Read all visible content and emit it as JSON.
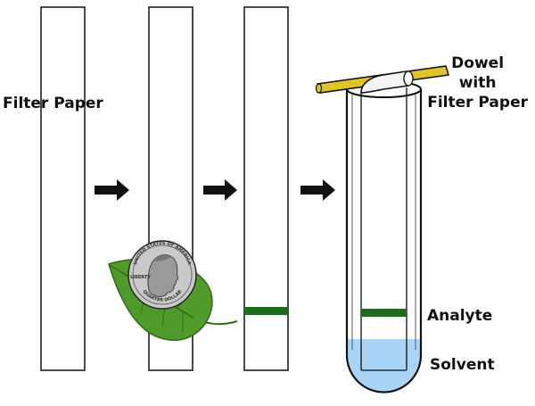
{
  "labels": {
    "filter_paper": "Filter Paper",
    "dowel_line1": "Dowel",
    "dowel_line2": "with",
    "dowel_line3": "Filter Paper",
    "analyte": "Analyte",
    "solvent": "Solvent"
  },
  "coin_text": {
    "top": "UNITED STATES OF AMERICA",
    "left": "LIBERTY",
    "bottom": "QUARTER DOLLAR"
  },
  "colors": {
    "analyte_band": "#1e6b1e",
    "solvent": "#aad4f5",
    "leaf": "#4f9a2a",
    "leaf_dark": "#2f6a17",
    "dowel": "#e0c22a",
    "coin": "#c9c9c9",
    "stroke": "#111111"
  },
  "icons": {
    "step_arrow": "right-arrow-icon",
    "leaf": "leaf-icon",
    "coin": "quarter-coin-icon"
  }
}
